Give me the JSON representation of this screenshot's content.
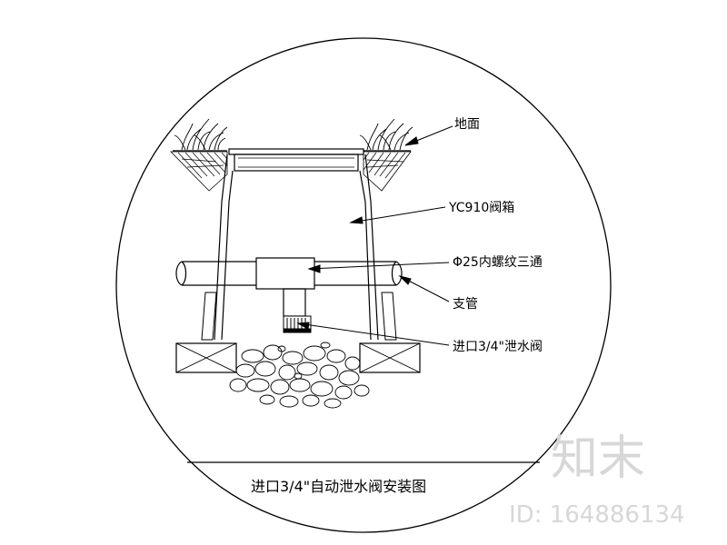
{
  "labels": {
    "ground": "地面",
    "valve_box": "YC910阀箱",
    "tee": "Φ25内螺纹三通",
    "branch_pipe": "支管",
    "drain_valve": "进口3/4\"泄水阀"
  },
  "title": "进口3/4\"自动泄水阀安装图",
  "watermark": {
    "logo": "知末",
    "id": "ID: 164886134"
  }
}
